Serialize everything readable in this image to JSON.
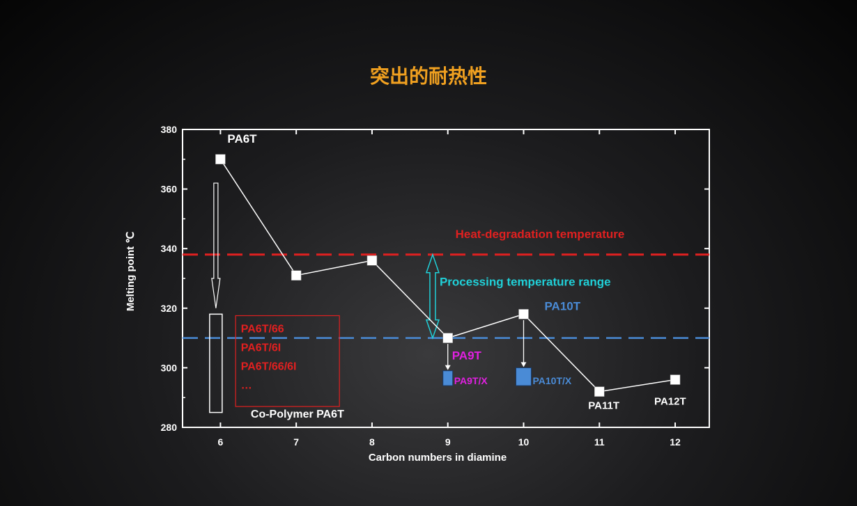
{
  "title": "突出的耐热性",
  "colors": {
    "background": "#111111",
    "axis": "#ffffff",
    "heat_line": "#e02020",
    "processing_line": "#4a8bd6",
    "processing_arrow": "#20d0d8",
    "pa9t": "#e020e0",
    "pa10t": "#4a8bd6",
    "copolymer": "#e02020",
    "marker": "#ffffff",
    "title": "#f0a020"
  },
  "chart_data": {
    "type": "scatter",
    "title": "",
    "xlabel": "Carbon numbers in diamine",
    "ylabel": "Melting point ℃",
    "xlim": [
      5.5,
      12.45
    ],
    "ylim": [
      280,
      380
    ],
    "xticks": [
      "6",
      "7",
      "8",
      "9",
      "10",
      "11",
      "12"
    ],
    "yticks": [
      "280",
      "300",
      "320",
      "340",
      "360",
      "380"
    ],
    "series": [
      {
        "points": [
          {
            "x": 6,
            "y": 370,
            "label": "PA6T"
          },
          {
            "x": 7,
            "y": 331,
            "label": ""
          },
          {
            "x": 8,
            "y": 336,
            "label": ""
          },
          {
            "x": 9,
            "y": 310,
            "label": "PA9T"
          },
          {
            "x": 10,
            "y": 318,
            "label": "PA10T"
          },
          {
            "x": 11,
            "y": 292,
            "label": "PA11T"
          },
          {
            "x": 12,
            "y": 296,
            "label": "PA12T"
          }
        ]
      }
    ],
    "reference_lines": [
      {
        "y": 338,
        "label": "Heat-degradation temperature",
        "style": "dashed",
        "color": "#e02020"
      },
      {
        "y": 310,
        "label": "",
        "style": "dashed",
        "color": "#4a8bd6"
      }
    ],
    "processing_range": {
      "x": 8.8,
      "y_from": 310,
      "y_to": 338,
      "label": "Processing temperature range"
    },
    "copolymer_range": {
      "x": 5.94,
      "y_from": 285,
      "y_to": 318,
      "label": "Co-Polymer PA6T",
      "items": [
        "PA6T/66",
        "PA6T/6I",
        "PA6T/66/6I",
        "…"
      ]
    },
    "derivatives": [
      {
        "label": "PA9T/X",
        "x": 9,
        "y_from": 294,
        "y_to": 299,
        "from_y": 308
      },
      {
        "label": "PA10T/X",
        "x": 10,
        "y_from": 294,
        "y_to": 300,
        "from_y": 316
      }
    ]
  }
}
